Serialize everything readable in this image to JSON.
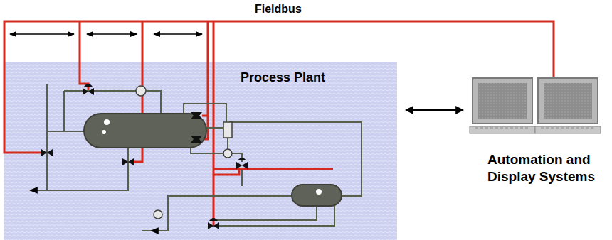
{
  "diagram": {
    "nodes": [
      {
        "text": [
          "Process Plant"
        ]
      },
      {
        "text": [
          "Automation and Display Systems"
        ]
      }
    ],
    "edges": [
      {
        "from": 0,
        "to": 1,
        "arrow": "both"
      }
    ],
    "labels": [
      "Fieldbus"
    ]
  }
}
